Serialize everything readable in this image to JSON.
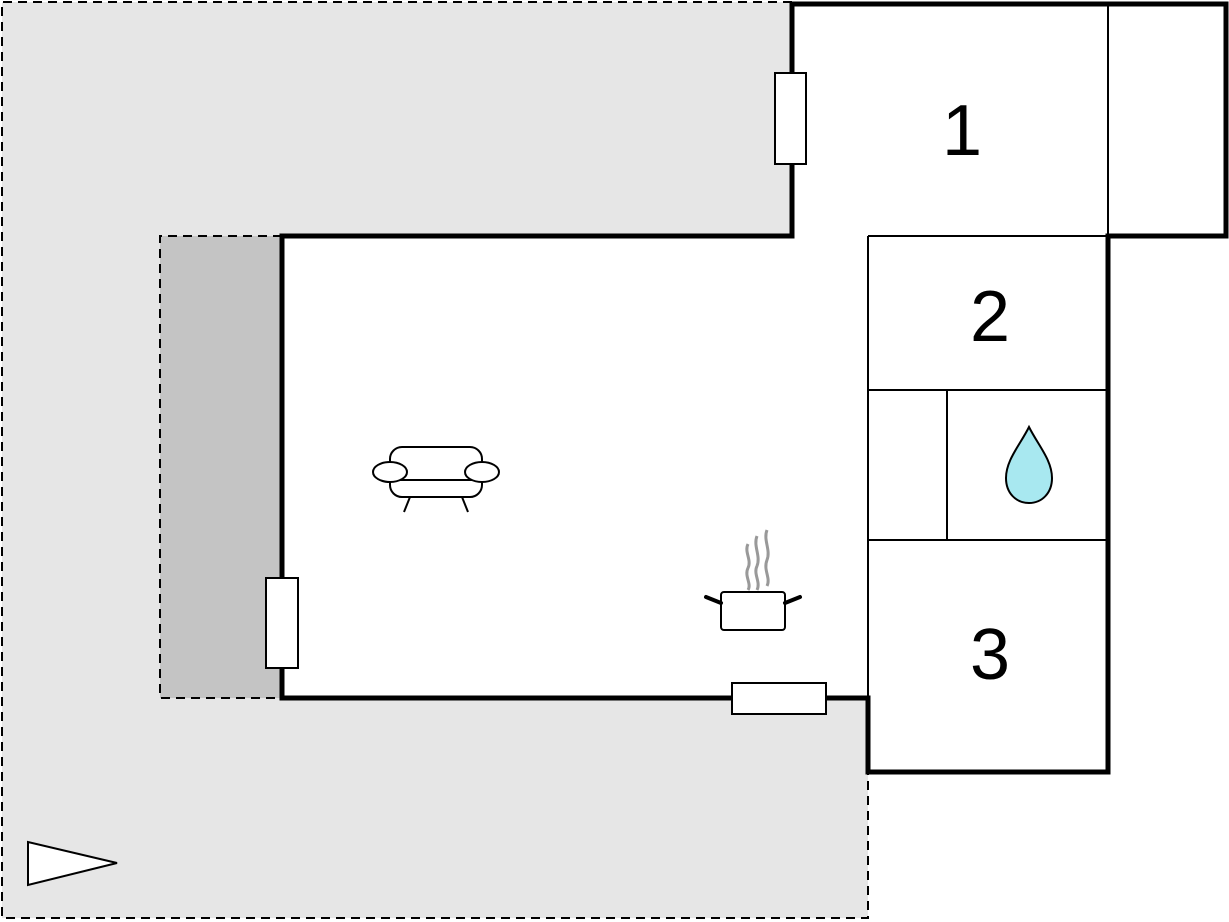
{
  "floor_plan": {
    "rooms": [
      {
        "label": "1"
      },
      {
        "label": "2"
      },
      {
        "label": "3"
      }
    ],
    "icons": [
      "sofa-icon",
      "cooking-pot-icon",
      "water-drop-icon",
      "north-arrow-icon"
    ],
    "colors": {
      "outdoor_area": "#e6e6e6",
      "covered_terrace": "#c4c4c4",
      "walls": "#000000",
      "water_drop": "#a8e8f0"
    }
  }
}
